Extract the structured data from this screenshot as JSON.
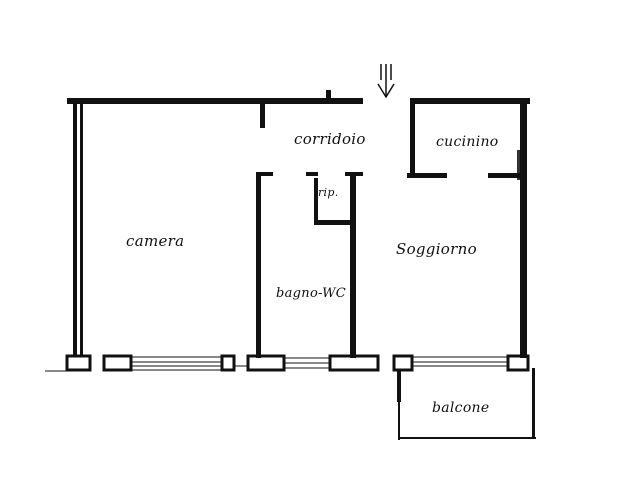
{
  "rooms": {
    "camera": "camera",
    "corridoio": "corridoio",
    "cucinino": "cucinino",
    "ripostiglio": "rip.",
    "soggiorno": "Soggiorno",
    "bagno": "bagno-WC",
    "balcone": "balcone"
  },
  "colors": {
    "wall": "#111111",
    "background": "#ffffff"
  },
  "icons": {
    "entrance": "entrance-arrow-icon"
  }
}
